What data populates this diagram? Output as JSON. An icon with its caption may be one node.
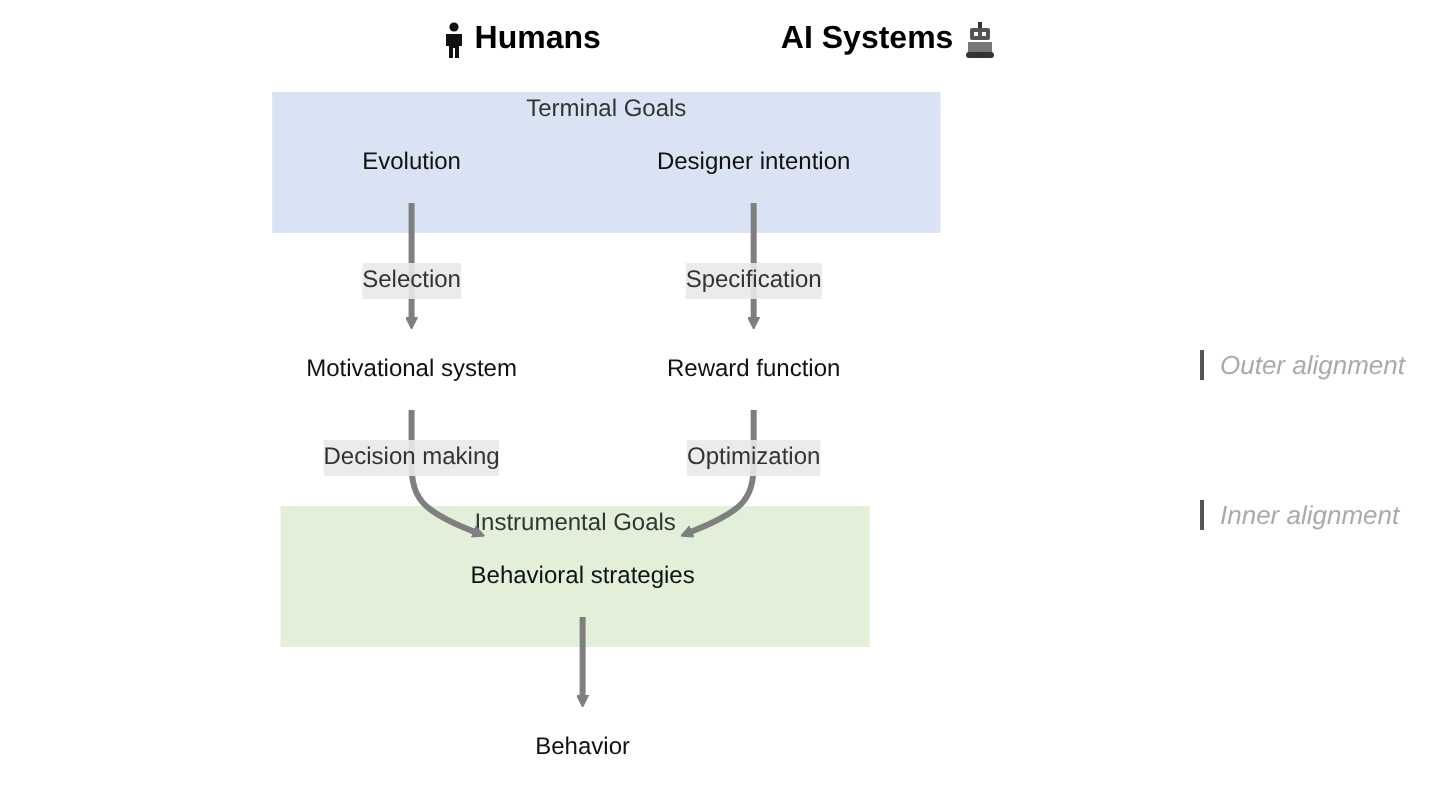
{
  "diagram": {
    "nodes": [
      {
        "text": [
          "Terminal Goals"
        ]
      },
      {
        "text": [
          "Evolution"
        ],
        "in": 0
      },
      {
        "text": [
          "Designer intention"
        ],
        "in": 0
      },
      {
        "text": [
          "Motivational system"
        ]
      },
      {
        "text": [
          "Reward function"
        ]
      },
      {
        "text": [
          "Instrumental Goals"
        ]
      },
      {
        "text": [
          "Behavioral strategies"
        ],
        "in": 5
      },
      {
        "text": [
          "Behavior"
        ]
      }
    ],
    "edges": [
      {
        "from": 1,
        "to": 3,
        "arrow": "to",
        "label": "Selection"
      },
      {
        "from": 2,
        "to": 4,
        "arrow": "to",
        "label": "Specification"
      },
      {
        "from": 3,
        "to": 6,
        "arrow": "to",
        "label": "Decision making"
      },
      {
        "from": 4,
        "to": 6,
        "arrow": "to",
        "label": "Optimization"
      },
      {
        "from": 6,
        "to": 7,
        "arrow": "to"
      }
    ],
    "labels": [
      "Humans",
      "AI Systems",
      "Outer alignment",
      "Inner alignment"
    ]
  }
}
